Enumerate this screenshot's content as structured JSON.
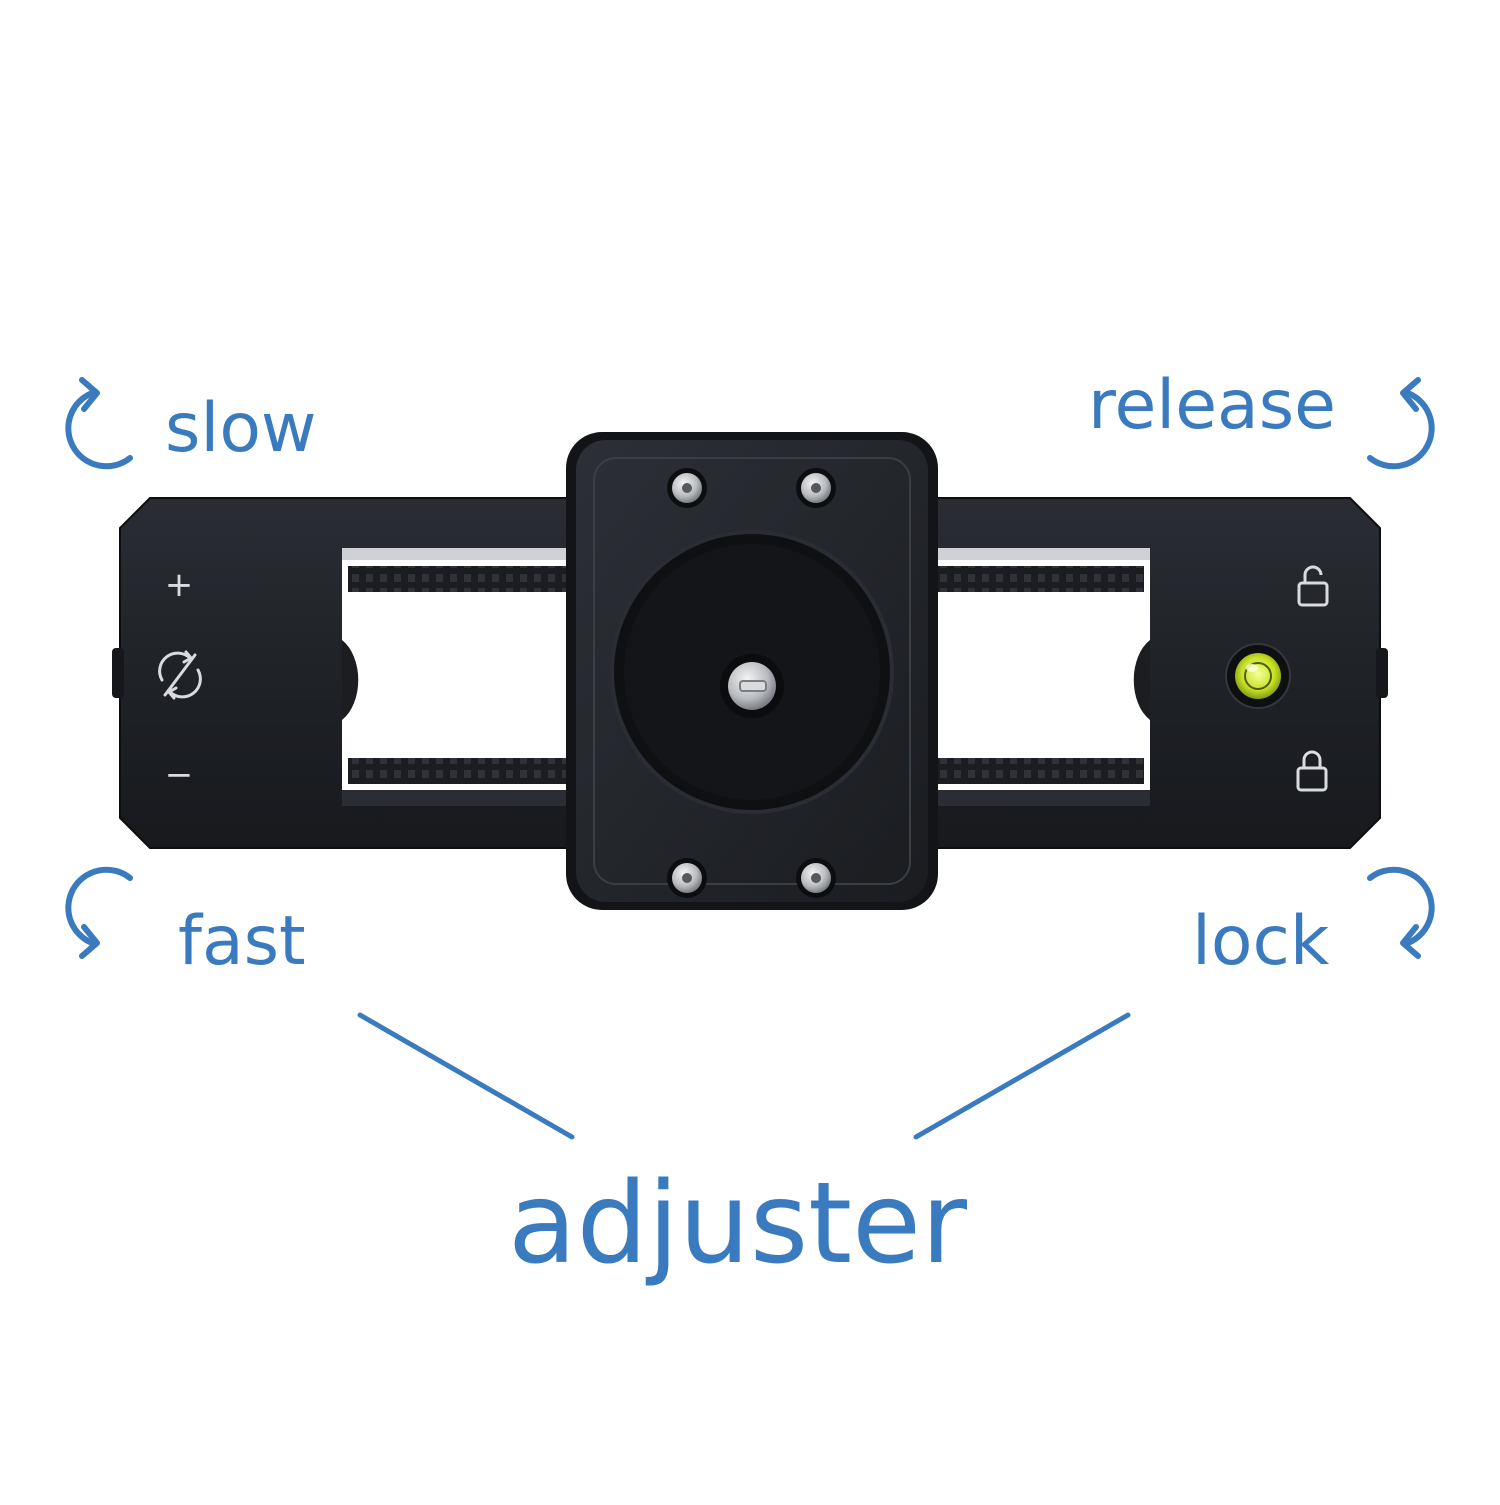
{
  "labels": {
    "slow": "slow",
    "release": "release",
    "fast": "fast",
    "lock": "lock",
    "adjuster": "adjuster"
  },
  "panel_markings": {
    "plus": "+",
    "minus": "−"
  },
  "icons": {
    "slow": "clockwise-arrow-icon",
    "release": "counterclockwise-arrow-icon",
    "fast": "counterclockwise-arrow-icon",
    "lock": "clockwise-arrow-icon",
    "unlock_marking": "unlocked-padlock-icon",
    "lock_marking": "locked-padlock-icon",
    "damping_marking": "rotate-cycle-icon",
    "bubble_level": "bubble-level-icon"
  },
  "colors": {
    "label_blue": "#3a7bbf",
    "slider_body": "#1e2127",
    "bubble_level": "#c8e024"
  }
}
